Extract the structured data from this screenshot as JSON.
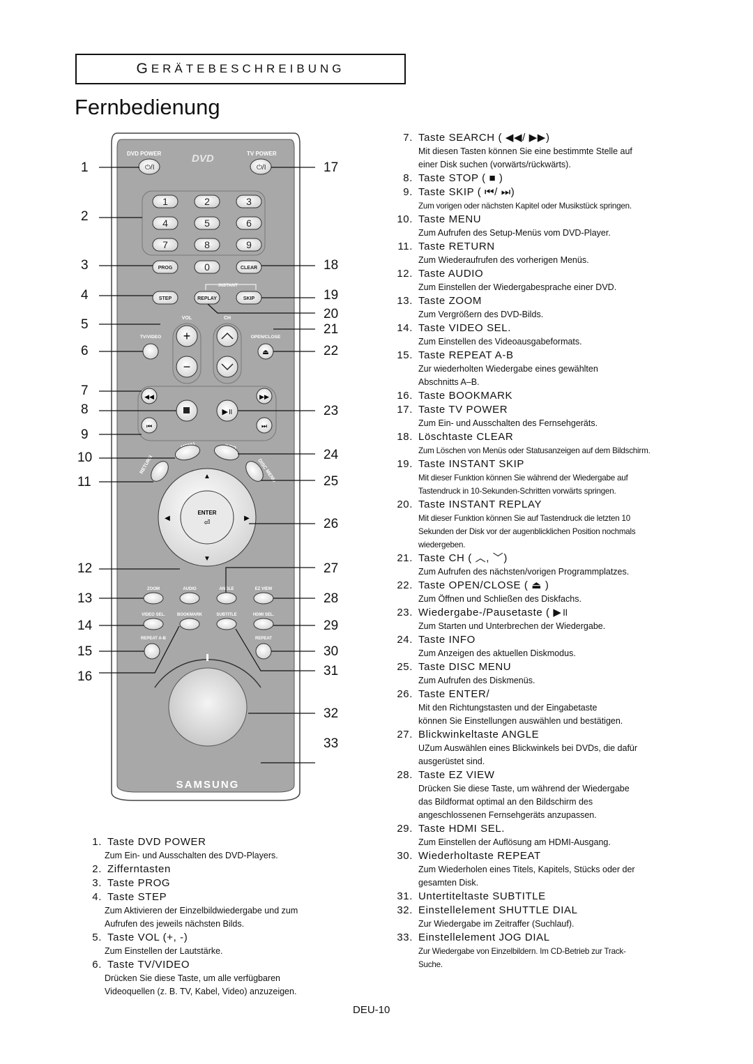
{
  "section_header": {
    "initial": "G",
    "rest": "ERÄTEBESCHREIBUNG"
  },
  "page_title": "Fernbedienung",
  "remote": {
    "brand": "SAMSUNG",
    "labels": {
      "dvd_power": "DVD POWER",
      "tv_power": "TV POWER",
      "dvd_logo": "DVD",
      "digits": [
        "1",
        "2",
        "3",
        "4",
        "5",
        "6",
        "7",
        "8",
        "9",
        "0"
      ],
      "prog": "PROG",
      "clear": "CLEAR",
      "instant": "INSTANT",
      "step": "STEP",
      "replay": "REPLAY",
      "skip": "SKIP",
      "vol": "VOL",
      "ch": "CH",
      "tvvideo": "TV/VIDEO",
      "openclose": "OPEN/CLOSE",
      "menu": "MENU",
      "info": "INFO",
      "return": "RETURN",
      "disc_menu": "DISC MENU",
      "enter": "ENTER",
      "zoom": "ZOOM",
      "audio": "AUDIO",
      "angle": "ANGLE",
      "ezview": "EZ VIEW",
      "videosel": "VIDEO SEL.",
      "bookmark": "BOOKMARK",
      "subtitle": "SUBTITLE",
      "hdmisel": "HDMI SEL.",
      "repeatab": "REPEAT A-B",
      "repeat": "REPEAT"
    },
    "callouts_left": [
      "1",
      "2",
      "3",
      "4",
      "5",
      "6",
      "7",
      "8",
      "9",
      "10",
      "11",
      "12",
      "13",
      "14",
      "15",
      "16"
    ],
    "callouts_right": [
      "17",
      "18",
      "19",
      "20",
      "21",
      "22",
      "23",
      "24",
      "25",
      "26",
      "27",
      "28",
      "29",
      "30",
      "31",
      "32",
      "33"
    ]
  },
  "left_items": [
    {
      "n": "1.",
      "title": "Taste DVD POWER",
      "desc": [
        "Zum Ein- und Ausschalten des DVD-Players."
      ]
    },
    {
      "n": "2.",
      "title": "Zifferntasten",
      "desc": []
    },
    {
      "n": "3.",
      "title": "Taste PROG",
      "desc": []
    },
    {
      "n": "4.",
      "title": "Taste STEP",
      "desc": [
        "Zum Aktivieren der Einzelbildwiedergabe und zum",
        "Aufrufen des jeweils nächsten Bilds."
      ]
    },
    {
      "n": "5.",
      "title": "Taste VOL (+, -)",
      "desc": [
        "Zum Einstellen der Lautstärke."
      ]
    },
    {
      "n": "6.",
      "title": "Taste TV/VIDEO",
      "desc": [
        "Drücken Sie diese Taste, um alle verfügbaren",
        "Videoquellen (z. B. TV, Kabel, Video) anzuzeigen."
      ]
    }
  ],
  "right_items": [
    {
      "n": "7.",
      "title": "Taste SEARCH  ( ◀◀/ ▶▶)",
      "desc": [
        "Mit diesen Tasten können Sie eine bestimmte Stelle auf",
        "einer Disk suchen (vorwärts/rückwärts)."
      ]
    },
    {
      "n": "8.",
      "title": "Taste STOP (  ■ )",
      "desc": []
    },
    {
      "n": "9.",
      "title": "Taste SKIP (  ⏮/ ⏭)",
      "desc": [
        "Zum vorigen oder nächsten Kapitel oder Musikstück springen."
      ],
      "cond": true
    },
    {
      "n": "10.",
      "title": "Taste MENU",
      "desc": [
        "Zum Aufrufen des Setup-Menüs vom DVD-Player."
      ]
    },
    {
      "n": "11.",
      "title": "Taste RETURN",
      "desc": [
        "Zum Wiederaufrufen des vorherigen Menüs."
      ]
    },
    {
      "n": "12.",
      "title": "Taste AUDIO",
      "desc": [
        "Zum Einstellen der Wiedergabesprache einer DVD."
      ]
    },
    {
      "n": "13.",
      "title": "Taste ZOOM",
      "desc": [
        "Zum Vergrößern des DVD-Bilds."
      ]
    },
    {
      "n": "14.",
      "title": "Taste VIDEO SEL.",
      "desc": [
        "Zum Einstellen des Videoausgabeformats."
      ]
    },
    {
      "n": "15.",
      "title": "Taste REPEAT A-B",
      "desc": [
        "Zur wiederholten Wiedergabe eines gewählten",
        "Abschnitts A–B."
      ]
    },
    {
      "n": "16.",
      "title": "Taste BOOKMARK",
      "desc": []
    },
    {
      "n": "17.",
      "title": "Taste TV POWER",
      "desc": [
        "Zum Ein- und Ausschalten des Fernsehgeräts."
      ]
    },
    {
      "n": "18.",
      "title": "Löschtaste CLEAR",
      "desc": [
        "Zum Löschen von Menüs oder Statusanzeigen auf dem Bildschirm."
      ],
      "cond": true
    },
    {
      "n": "19.",
      "title": "Taste INSTANT SKIP",
      "desc": [
        "Mit dieser Funktion können Sie während der Wiedergabe auf",
        "Tastendruck in 10-Sekunden-Schritten vorwärts springen."
      ],
      "cond": true
    },
    {
      "n": "20.",
      "title": "Taste INSTANT REPLAY",
      "desc": [
        "Mit dieser Funktion können Sie auf Tastendruck die letzten 10",
        "Sekunden der Disk vor der augenblicklichen Position nochmals",
        "wiedergeben."
      ],
      "cond": true
    },
    {
      "n": "21.",
      "title": "Taste CH ( ︿,  ﹀)",
      "desc": [
        "Zum Aufrufen des nächsten/vorigen Programmplatzes."
      ]
    },
    {
      "n": "22.",
      "title": "Taste OPEN/CLOSE (  ⏏ )",
      "desc": [
        "Zum Öffnen und Schließen des Diskfachs."
      ]
    },
    {
      "n": "23.",
      "title": "Wiedergabe-/Pausetaste (  ▶॥",
      "desc": [
        "Zum Starten und Unterbrechen der Wiedergabe."
      ]
    },
    {
      "n": "24.",
      "title": "Taste INFO",
      "desc": [
        "Zum Anzeigen des aktuellen Diskmodus."
      ]
    },
    {
      "n": "25.",
      "title": "Taste DISC MENU",
      "desc": [
        "Zum Aufrufen des Diskmenüs."
      ]
    },
    {
      "n": "26.",
      "title": "Taste ENTER/",
      "desc": [
        "Mit den Richtungstasten und der Eingabetaste",
        "können Sie Einstellungen auswählen und bestätigen."
      ]
    },
    {
      "n": "27.",
      "title": "Blickwinkeltaste ANGLE",
      "desc": [
        "UZum Auswählen eines Blickwinkels bei DVDs, die dafür",
        "ausgerüstet sind."
      ]
    },
    {
      "n": "28.",
      "title": "Taste EZ VIEW",
      "desc": [
        "Drücken Sie diese Taste, um während der Wiedergabe",
        "das Bildformat optimal an den Bildschirm des",
        "angeschlossenen Fernsehgeräts anzupassen."
      ]
    },
    {
      "n": "29.",
      "title": "Taste HDMI SEL.",
      "desc": [
        "Zum Einstellen der Auflösung am HDMI-Ausgang."
      ]
    },
    {
      "n": "30.",
      "title": "Wiederholtaste REPEAT",
      "desc": [
        "Zum Wiederholen eines Titels, Kapitels, Stücks oder der",
        "gesamten Disk."
      ]
    },
    {
      "n": "31.",
      "title": "Untertiteltaste SUBTITLE",
      "desc": []
    },
    {
      "n": "32.",
      "title": "Einstellelement SHUTTLE DIAL",
      "desc": [
        "Zur Wiedergabe im Zeitraffer (Suchlauf)."
      ]
    },
    {
      "n": "33.",
      "title": "Einstellelement JOG DIAL",
      "desc": [
        "Zur Wiedergabe von Einzelbildern. Im CD-Betrieb zur Track-",
        "Suche."
      ],
      "cond": true
    }
  ],
  "footer": "DEU-10"
}
